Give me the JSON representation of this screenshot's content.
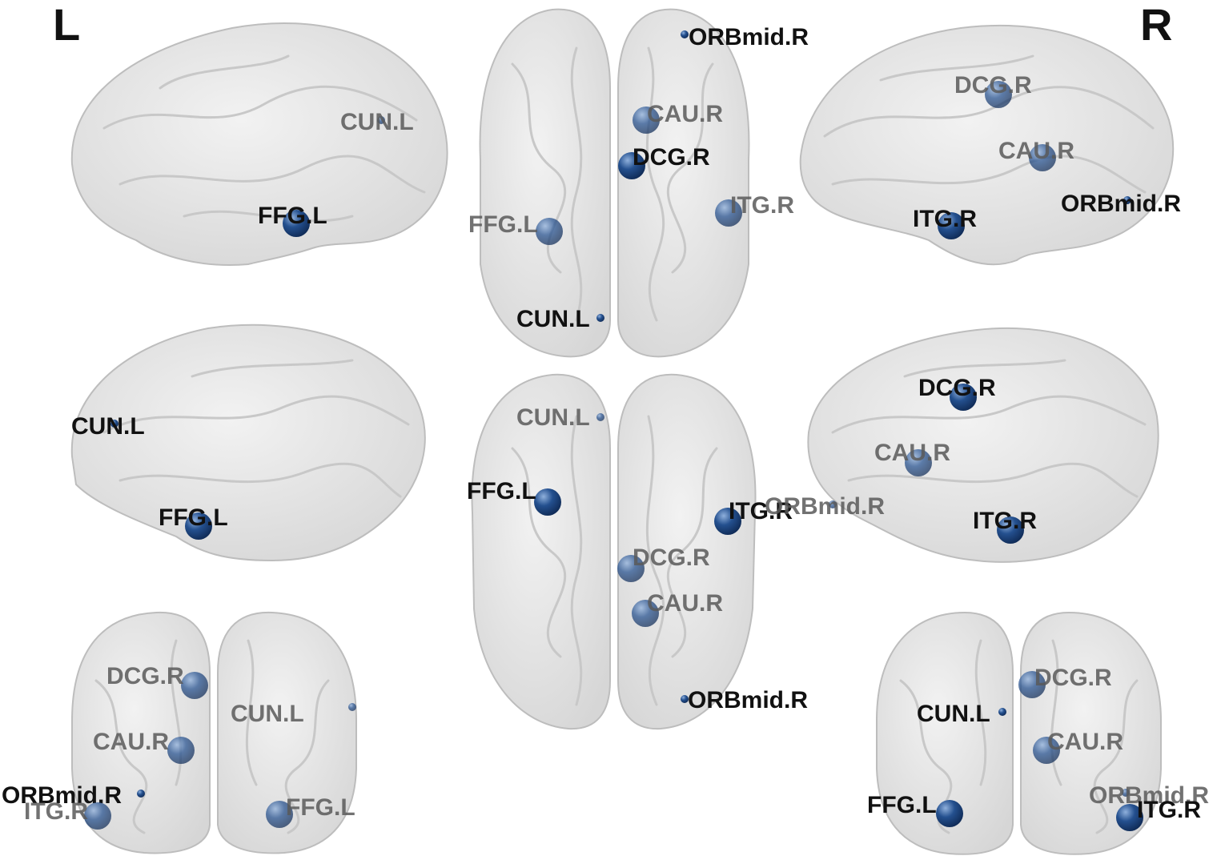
{
  "side_labels": {
    "left": "L",
    "right": "R"
  },
  "colors": {
    "node": "#24508f",
    "node_highlight": "#8fb0dc",
    "brain_fill": "#e6e6e6",
    "brain_stroke": "#bdbdbd",
    "label_front": "#111111",
    "label_behind": "#5a5a5a"
  },
  "views": [
    {
      "id": "left-lateral",
      "nodes": [
        {
          "label": "CUN.L",
          "size": "small",
          "depth": "behind"
        },
        {
          "label": "FFG.L",
          "size": "large",
          "depth": "front"
        }
      ]
    },
    {
      "id": "superior",
      "nodes": [
        {
          "label": "ORBmid.R",
          "size": "small",
          "depth": "front"
        },
        {
          "label": "CAU.R",
          "size": "large",
          "depth": "behind"
        },
        {
          "label": "DCG.R",
          "size": "large",
          "depth": "front"
        },
        {
          "label": "FFG.L",
          "size": "large",
          "depth": "behind"
        },
        {
          "label": "ITG.R",
          "size": "large",
          "depth": "behind"
        },
        {
          "label": "CUN.L",
          "size": "small",
          "depth": "front"
        }
      ]
    },
    {
      "id": "right-lateral",
      "nodes": [
        {
          "label": "DCG.R",
          "size": "large",
          "depth": "behind"
        },
        {
          "label": "CAU.R",
          "size": "large",
          "depth": "behind"
        },
        {
          "label": "ORBmid.R",
          "size": "small",
          "depth": "front"
        },
        {
          "label": "ITG.R",
          "size": "large",
          "depth": "front"
        }
      ]
    },
    {
      "id": "left-medial",
      "nodes": [
        {
          "label": "CUN.L",
          "size": "small",
          "depth": "front"
        },
        {
          "label": "FFG.L",
          "size": "large",
          "depth": "front"
        }
      ]
    },
    {
      "id": "inferior",
      "nodes": [
        {
          "label": "CUN.L",
          "size": "small",
          "depth": "behind"
        },
        {
          "label": "FFG.L",
          "size": "large",
          "depth": "front"
        },
        {
          "label": "ITG.R",
          "size": "large",
          "depth": "front"
        },
        {
          "label": "DCG.R",
          "size": "large",
          "depth": "behind"
        },
        {
          "label": "CAU.R",
          "size": "large",
          "depth": "behind"
        },
        {
          "label": "ORBmid.R",
          "size": "small",
          "depth": "front"
        }
      ]
    },
    {
      "id": "right-medial",
      "nodes": [
        {
          "label": "DCG.R",
          "size": "large",
          "depth": "front"
        },
        {
          "label": "CAU.R",
          "size": "large",
          "depth": "behind"
        },
        {
          "label": "ORBmid.R",
          "size": "small",
          "depth": "behind"
        },
        {
          "label": "ITG.R",
          "size": "large",
          "depth": "front"
        }
      ]
    },
    {
      "id": "anterior",
      "nodes": [
        {
          "label": "DCG.R",
          "size": "large",
          "depth": "behind"
        },
        {
          "label": "CUN.L",
          "size": "small",
          "depth": "behind"
        },
        {
          "label": "CAU.R",
          "size": "large",
          "depth": "behind"
        },
        {
          "label": "ORBmid.R",
          "size": "small",
          "depth": "front"
        },
        {
          "label": "ITG.R",
          "size": "large",
          "depth": "behind"
        },
        {
          "label": "FFG.L",
          "size": "large",
          "depth": "behind"
        }
      ]
    },
    {
      "id": "posterior",
      "nodes": [
        {
          "label": "DCG.R",
          "size": "large",
          "depth": "behind"
        },
        {
          "label": "CUN.L",
          "size": "small",
          "depth": "front"
        },
        {
          "label": "CAU.R",
          "size": "large",
          "depth": "behind"
        },
        {
          "label": "FFG.L",
          "size": "large",
          "depth": "front"
        },
        {
          "label": "ORBmid.R",
          "size": "small",
          "depth": "behind"
        },
        {
          "label": "ITG.R",
          "size": "large",
          "depth": "front"
        }
      ]
    }
  ]
}
